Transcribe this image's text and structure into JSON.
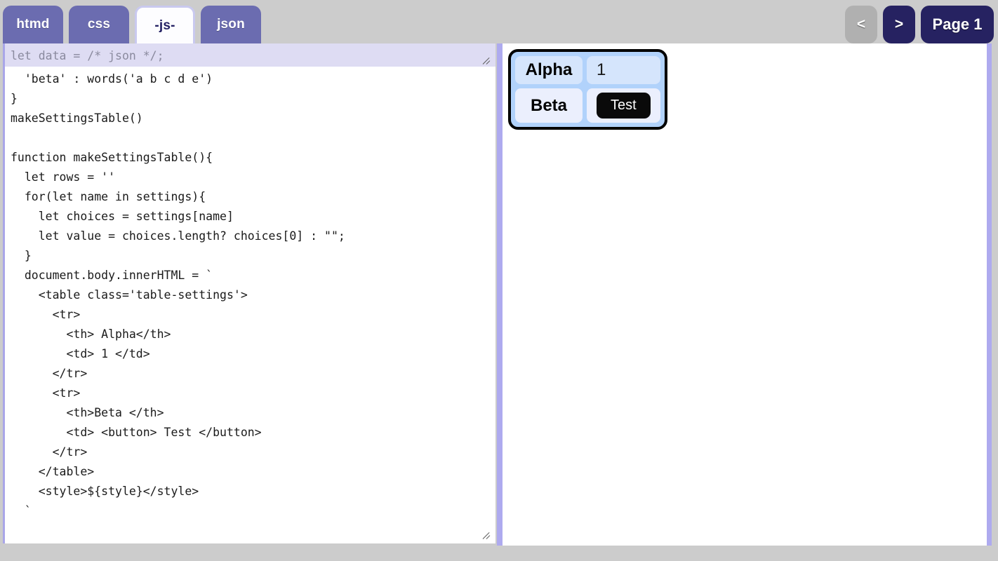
{
  "topbar": {
    "tabs": [
      {
        "label": "htmd",
        "active": false,
        "name": "tab-htmd"
      },
      {
        "label": "css",
        "active": false,
        "name": "tab-css"
      },
      {
        "label": "-js-",
        "active": true,
        "name": "tab-js"
      },
      {
        "label": "json",
        "active": false,
        "name": "tab-json"
      }
    ],
    "pager": {
      "prev_label": "<",
      "next_label": ">",
      "page_label": "Page 1",
      "prev_disabled": true
    }
  },
  "editor": {
    "json_pane": {
      "placeholder": "let data = /* json */;",
      "value": "let data = /* json */;"
    },
    "js_pane": {
      "value": "  'beta' : words('a b c d e')\n}\nmakeSettingsTable()\n\nfunction makeSettingsTable(){\n  let rows = ''\n  for(let name in settings){\n    let choices = settings[name]\n    let value = choices.length? choices[0] : \"\";\n  }\n  document.body.innerHTML = `\n    <table class='table-settings'>\n      <tr>\n        <th> Alpha</th>\n        <td> 1 </td>\n      </tr>\n      <tr>\n        <th>Beta </th>\n        <td> <button> Test </button>\n      </tr>\n    </table>\n    <style>${style}</style>\n  `\n\n}"
    }
  },
  "preview": {
    "table": {
      "class_name": "table-settings",
      "rows": [
        {
          "header": "Alpha",
          "value": "1",
          "is_button": false
        },
        {
          "header": "Beta",
          "value": "Test",
          "is_button": true
        }
      ]
    }
  },
  "colors": {
    "tab_inactive_bg": "#6b6cb0",
    "tab_active_bg": "#fdfdff",
    "tab_active_text": "#221f63",
    "pager_bg": "#262261",
    "pager_disabled_bg": "#b0b0b0",
    "chrome_bg": "#cccccc",
    "scrollbar": "#aeaaef",
    "json_pane_bg": "#dedcf3",
    "table_bg": "#b1d2fb",
    "table_row1_cell": "#d5e5fc",
    "table_row2_cell": "#ebeffd",
    "button_bg": "#0a0a0a"
  }
}
